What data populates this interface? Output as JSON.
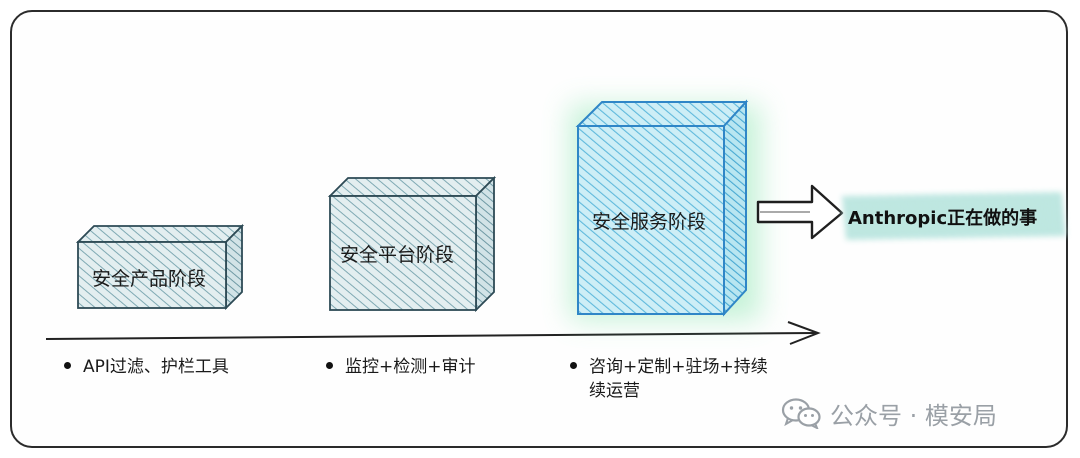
{
  "stages": [
    {
      "label": "安全产品阶段",
      "bullets": [
        "API过滤、护栏工具"
      ]
    },
    {
      "label": "安全平台阶段",
      "bullets": [
        "监控+检测+审计"
      ]
    },
    {
      "label": "安全服务阶段",
      "bullets": [
        "咨询+定制+驻场+持续",
        "续运营"
      ]
    }
  ],
  "target": {
    "label": "Anthropic正在做的事"
  },
  "watermark": {
    "text": "公众号 · 模安局",
    "icon": "wechat-icon"
  },
  "colors": {
    "box_stroke": "#2d4a55",
    "box_fill_gray": "#b9d3d8",
    "box_fill_blue": "#6fc7e8",
    "glow": "#5de08e",
    "highlight": "#8fd8e8"
  }
}
